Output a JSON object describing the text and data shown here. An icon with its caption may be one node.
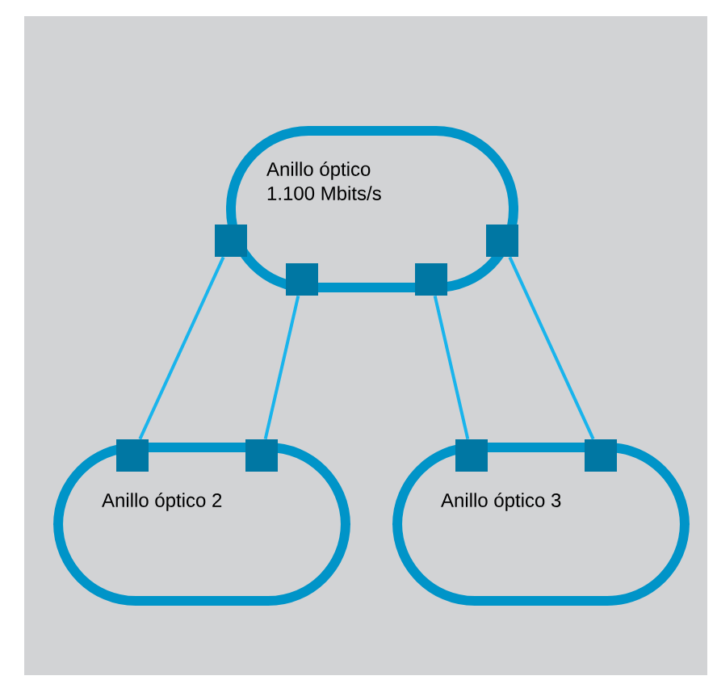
{
  "diagram": {
    "nodes": [
      {
        "text": [
          "Anillo óptico 1.100 Mbits/s"
        ]
      },
      {
        "text": [
          "Anillo óptico 2"
        ]
      },
      {
        "text": [
          "Anillo óptico 3"
        ]
      },
      {
        "text": [],
        "shape": "box"
      },
      {
        "text": [],
        "shape": "box"
      },
      {
        "text": [],
        "shape": "box"
      },
      {
        "text": [],
        "shape": "box"
      },
      {
        "text": [],
        "shape": "box"
      },
      {
        "text": [],
        "shape": "box"
      },
      {
        "text": [],
        "shape": "box"
      },
      {
        "text": [],
        "shape": "box"
      }
    ],
    "edges": [
      {
        "from": 3,
        "to": 7,
        "arrow": "none"
      },
      {
        "from": 4,
        "to": 8,
        "arrow": "none"
      },
      {
        "from": 5,
        "to": 9,
        "arrow": "none"
      },
      {
        "from": 6,
        "to": 10,
        "arrow": "none"
      }
    ]
  }
}
